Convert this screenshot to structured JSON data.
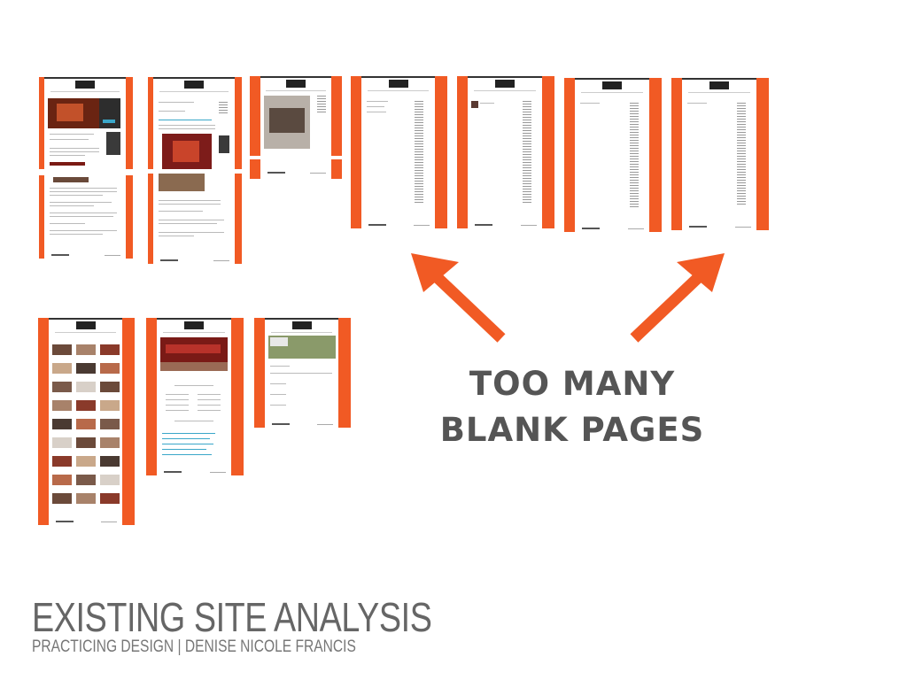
{
  "slide": {
    "title": "EXISTING SITE ANALYSIS",
    "subtitle": "PRACTICING DESIGN | DENISE NICOLE FRANCIS"
  },
  "callout": {
    "line1": "TOO MANY",
    "line2": "BLANK PAGES"
  },
  "colors": {
    "accent": "#f15a24",
    "text": "#555555",
    "background": "#ffffff"
  },
  "thumbnails": [
    {
      "kind": "home-page"
    },
    {
      "kind": "blog-post"
    },
    {
      "kind": "blog-post"
    },
    {
      "kind": "blog-post"
    },
    {
      "kind": "blog-post"
    },
    {
      "kind": "gallery-page"
    },
    {
      "kind": "blank-page"
    },
    {
      "kind": "blank-page"
    },
    {
      "kind": "blank-page"
    },
    {
      "kind": "blank-page"
    },
    {
      "kind": "photo-grid-page"
    },
    {
      "kind": "menu-page"
    },
    {
      "kind": "map-page"
    }
  ],
  "icons": [
    "arrow-up-left-icon",
    "arrow-up-right-icon"
  ]
}
